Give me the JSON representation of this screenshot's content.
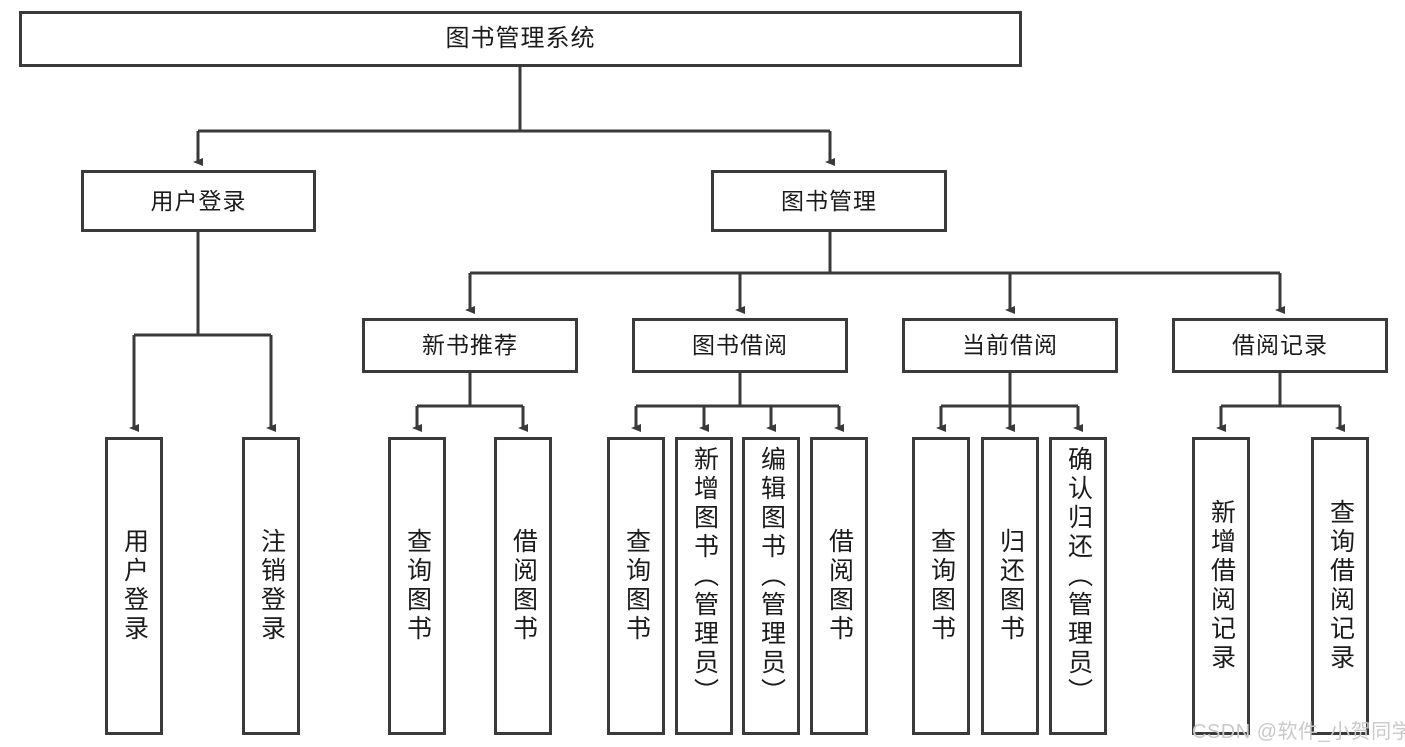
{
  "diagram": {
    "title": "图书管理系统",
    "type": "hierarchy-tree",
    "root": {
      "label": "图书管理系统"
    },
    "level1": [
      {
        "label": "用户登录"
      },
      {
        "label": "图书管理"
      }
    ],
    "level2": [
      {
        "label": "新书推荐"
      },
      {
        "label": "图书借阅"
      },
      {
        "label": "当前借阅"
      },
      {
        "label": "借阅记录"
      }
    ],
    "leaves": {
      "user_login": [
        {
          "label": "用户登录"
        },
        {
          "label": "注销登录"
        }
      ],
      "new_book_recommend": [
        {
          "label": "查询图书"
        },
        {
          "label": "借阅图书"
        }
      ],
      "book_borrow": [
        {
          "label": "查询图书"
        },
        {
          "label": "新增图书（管理员）"
        },
        {
          "label": "编辑图书（管理员）"
        },
        {
          "label": "借阅图书"
        }
      ],
      "current_borrow": [
        {
          "label": "查询图书"
        },
        {
          "label": "归还图书"
        },
        {
          "label": "确认归还（管理员）"
        }
      ],
      "borrow_record": [
        {
          "label": "新增借阅记录"
        },
        {
          "label": "查询借阅记录"
        }
      ]
    }
  },
  "watermark": {
    "text": "CSDN @软件_小贺同学"
  },
  "colors": {
    "border": "#3a3a3a",
    "text": "#1b1b1b",
    "background": "#ffffff",
    "watermark": "#c9c9c9"
  }
}
